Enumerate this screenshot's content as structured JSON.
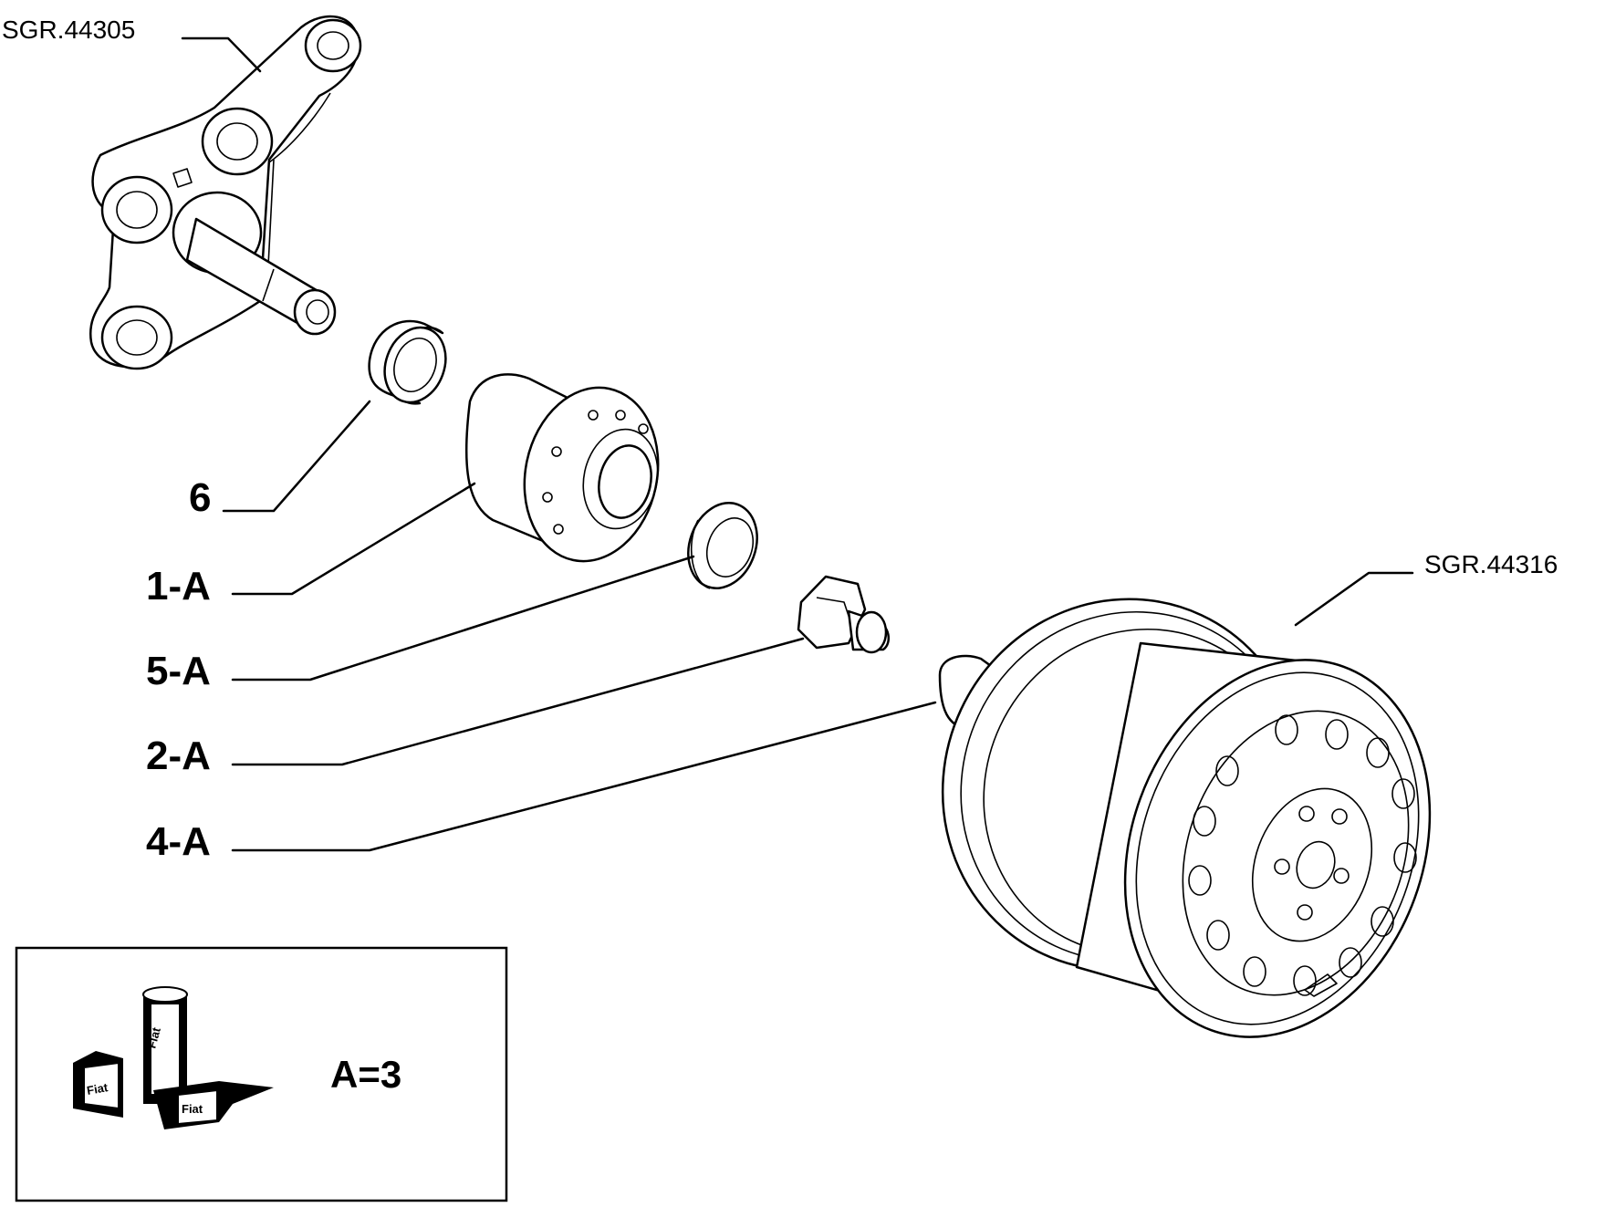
{
  "references": {
    "hub_carrier": "SGR.44305",
    "wheel": "SGR.44316"
  },
  "callouts": [
    {
      "id": "bearing-6",
      "label": "6"
    },
    {
      "id": "hub-1a",
      "label": "1-A"
    },
    {
      "id": "bearing-5a",
      "label": "5-A"
    },
    {
      "id": "nut-2a",
      "label": "2-A"
    },
    {
      "id": "cap-4a",
      "label": "4-A"
    }
  ],
  "legend": {
    "quantity": "A=3",
    "product_marks": [
      "Fiat",
      "Fiat",
      "Fiat"
    ]
  }
}
